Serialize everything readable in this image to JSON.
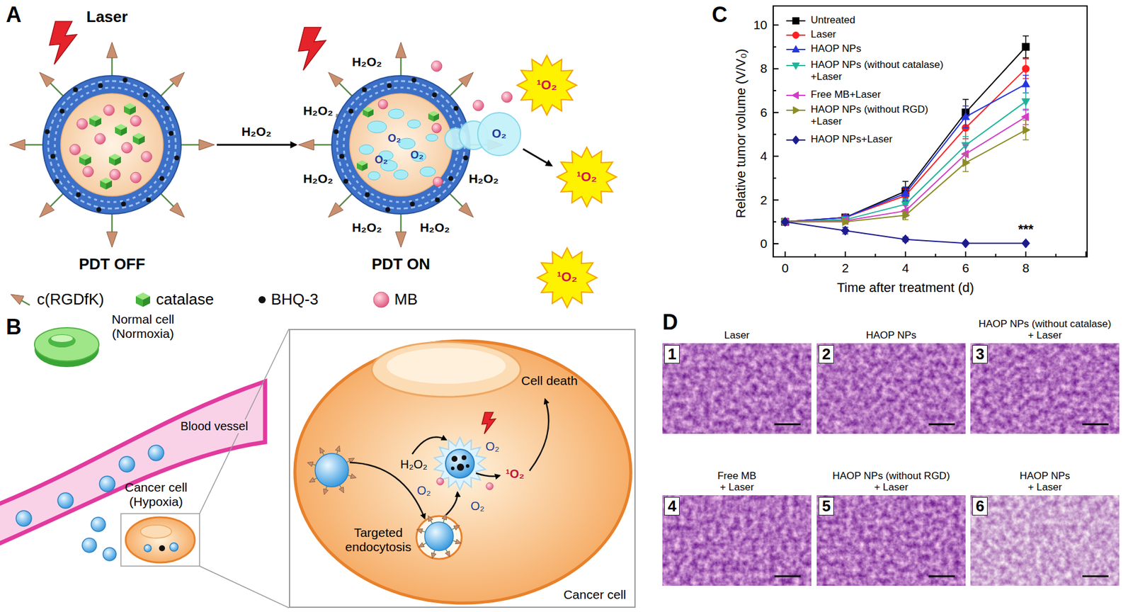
{
  "diagram": {
    "nodes": [
      {
        "text": [
          "PDT OFF"
        ]
      },
      {
        "text": [
          "PDT ON"
        ]
      },
      {
        "text": [
          "Cancer cell"
        ]
      },
      {
        "text": [
          "Laser",
          "1"
        ]
      },
      {
        "text": [
          "HAOP NPs",
          "2"
        ]
      },
      {
        "text": [
          "HAOP NPs (without catalase) + Laser",
          "3"
        ]
      },
      {
        "text": [
          "Free MB + Laser",
          "4"
        ]
      },
      {
        "text": [
          "HAOP NPs (without RGD) + Laser",
          "5"
        ]
      },
      {
        "text": [
          "HAOP NPs + Laser",
          "6"
        ]
      }
    ],
    "edges": [
      {
        "from": 0,
        "to": 1,
        "arrow": "to",
        "label": "H₂O₂"
      }
    ],
    "labels": [
      "A",
      "Laser",
      "H₂O₂",
      "H₂O₂",
      "H₂O₂",
      "H₂O₂",
      "H₂O₂",
      "H₂O₂",
      "O₂",
      "O₂",
      "O₂",
      "O₂",
      "¹O₂",
      "¹O₂",
      "¹O₂",
      "B",
      "Normal cell (Normoxia)",
      "Blood vessel",
      "Cancer cell (Hypoxia)",
      "H₂O₂",
      "¹O₂",
      "O₂",
      "O₂",
      "O₂",
      "Cell death",
      "Targeted endocytosis",
      "C",
      "Relative tumor volume (V/V₀)",
      "0",
      "2",
      "4",
      "6",
      "8",
      "10",
      "0",
      "2",
      "4",
      "6",
      "8",
      "Time after treatment (d)",
      "***",
      "D"
    ],
    "legend": [
      {
        "text": "c(RGDfK)"
      },
      {
        "text": "catalase"
      },
      {
        "text": "BHQ-3"
      },
      {
        "text": "MB"
      },
      {
        "text": "Untreated"
      },
      {
        "text": "Laser"
      },
      {
        "text": "HAOP NPs"
      },
      {
        "text": "HAOP NPs (without catalase) +Laser"
      },
      {
        "text": "Free MB+Laser"
      },
      {
        "text": "HAOP NPs (without RGD) +Laser"
      },
      {
        "text": "HAOP NPs+Laser"
      }
    ]
  }
}
